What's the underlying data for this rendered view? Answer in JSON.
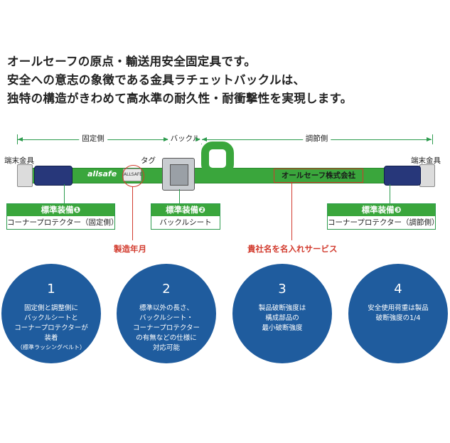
{
  "intro": {
    "line1": "オールセーフの原点・輸送用安全固定具です。",
    "line2": "安全への意志の象徴である金具ラチェットバックルは、",
    "line3": "独特の構造がきわめて高水準の耐久性・耐衝撃性を実現します。"
  },
  "diagram": {
    "fixed_side": "固定側",
    "buckle": "バックル",
    "adjust_side": "調節側",
    "end_fitting_left": "端末金具",
    "end_fitting_right": "端末金具",
    "tag": "タグ",
    "brand": "allsafe",
    "tag_text": "ALLSAFE",
    "print_text": "オールセーフ株式会社",
    "maker_date": "製造年月",
    "name_service": "貴社名を名入れサービス"
  },
  "standard": [
    {
      "head": "標準装備❶",
      "body": "コーナープロテクター（固定側）"
    },
    {
      "head": "標準装備❷",
      "body": "バックルシート"
    },
    {
      "head": "標準装備❸",
      "body": "コーナープロテクター（調節側）"
    }
  ],
  "features": [
    {
      "num": "1",
      "text": "固定側と調整側に\nバックルシートと\nコーナープロテクターが\n装着",
      "note": "（標準ラッシングベルト）"
    },
    {
      "num": "2",
      "text": "標準以外の長さ、\nバックルシート・\nコーナープロテクター\nの有無などの仕様に\n対応可能",
      "note": ""
    },
    {
      "num": "3",
      "text": "製品破断強度は\n構成部品の\n最小破断強度",
      "note": ""
    },
    {
      "num": "4",
      "text": "安全使用荷重は製品\n破断強度の1/4",
      "note": ""
    }
  ],
  "colors": {
    "green": "#3aa63c",
    "navy": "#27377a",
    "blue_circle": "#1f5c9e",
    "red": "#d23b2e"
  }
}
